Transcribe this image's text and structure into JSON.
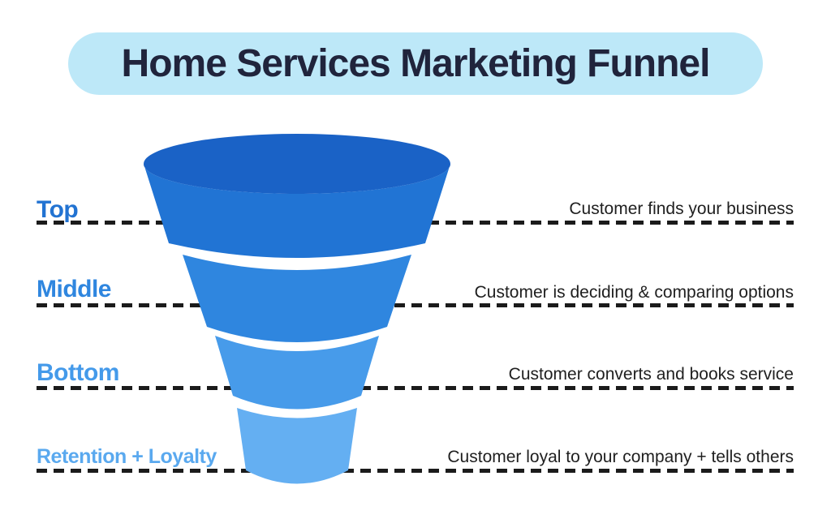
{
  "title": {
    "text": "Home Services Marketing Funnel",
    "bg_color": "#BDE8F8",
    "text_color": "#20243C"
  },
  "funnel": {
    "colors": {
      "top_face": "#1A62C6"
    },
    "divider_color": "#1B1B1B",
    "description_color": "#1F1F1F",
    "stages": [
      {
        "label": "Top",
        "label_color": "#2273D2",
        "color": "#2174D4",
        "description": "Customer finds your business"
      },
      {
        "label": "Middle",
        "label_color": "#2F86DF",
        "color": "#2F86DF",
        "description": "Customer is deciding & comparing options"
      },
      {
        "label": "Bottom",
        "label_color": "#449AEA",
        "color": "#479BEA",
        "description": "Customer converts and books service"
      },
      {
        "label": "Retention + Loyalty",
        "label_color": "#5AA9EF",
        "color": "#64AFF2",
        "description": "Customer loyal to your company + tells others"
      }
    ]
  }
}
